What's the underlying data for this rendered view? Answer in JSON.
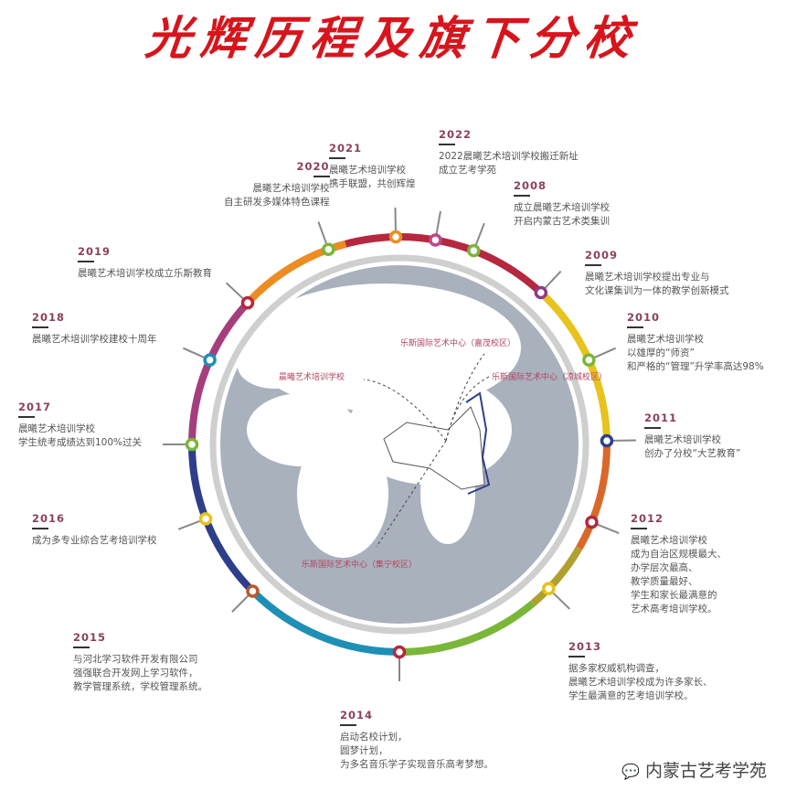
{
  "title": "光辉历程及旗下分校",
  "colors": {
    "title": "#d8141c",
    "crimson": "#b5283f",
    "yellow": "#e8c21d",
    "orange": "#ec8c22",
    "green": "#7ab638",
    "teal": "#1e8fb5",
    "navy": "#2d3f8a",
    "magenta": "#a63d7c",
    "globe": "#a9b1bd"
  },
  "events": [
    {
      "year": "2020",
      "lines": [
        "晨曦艺术培训学校",
        "自主研发多媒体特色课程"
      ]
    },
    {
      "year": "2021",
      "lines": [
        "晨曦艺术培训学校",
        "携手联盟，共创辉煌"
      ]
    },
    {
      "year": "2022",
      "lines": [
        "2022晨曦艺术培训学校搬迁新址",
        "成立艺考学苑"
      ]
    },
    {
      "year": "2008",
      "lines": [
        "成立晨曦艺术培训学校",
        "开启内蒙古艺术类集训"
      ]
    },
    {
      "year": "2009",
      "lines": [
        "晨曦艺术培训学校提出专业与",
        "文化课集训为一体的教学创新模式"
      ]
    },
    {
      "year": "2010",
      "lines": [
        "晨曦艺术培训学校",
        "以雄厚的“师资”",
        "和严格的“管理”升学率高达98%"
      ]
    },
    {
      "year": "2011",
      "lines": [
        "晨曦艺术培训学校",
        "创办了分校“大艺教育”"
      ]
    },
    {
      "year": "2012",
      "lines": [
        "晨曦艺术培训学校",
        "成为自治区规模最大、",
        "办学层次最高、",
        "教学质量最好、",
        "学生和家长最满意的",
        "艺术高考培训学校。"
      ]
    },
    {
      "year": "2013",
      "lines": [
        "据多家权威机构调查，",
        "晨曦艺术培训学校成为许多家长、",
        "学生最满意的艺考培训学校。"
      ]
    },
    {
      "year": "2014",
      "lines": [
        "启动名校计划，",
        "圆梦计划，",
        "为多名音乐学子实现音乐高考梦想。"
      ]
    },
    {
      "year": "2015",
      "lines": [
        "与河北学习软件开发有限公司",
        "强强联合开发网上学习软件，",
        "教学管理系统，学校管理系统。"
      ]
    },
    {
      "year": "2016",
      "lines": [
        "成为多专业综合艺考培训学校"
      ]
    },
    {
      "year": "2017",
      "lines": [
        "晨曦艺术培训学校",
        "学生统考成绩达到100%过关"
      ]
    },
    {
      "year": "2018",
      "lines": [
        "晨曦艺术培训学校建校十周年"
      ]
    },
    {
      "year": "2019",
      "lines": [
        "晨曦艺术培训学校成立乐斯教育"
      ]
    }
  ],
  "map": {
    "labels": [
      "晨曦艺术培训学校",
      "乐斯国际艺术中心（嘉茂校区）",
      "乐斯国际艺术中心（凉城校区）",
      "乐斯国际艺术中心（集宁校区）"
    ]
  },
  "watermark": "内蒙古艺考学苑"
}
